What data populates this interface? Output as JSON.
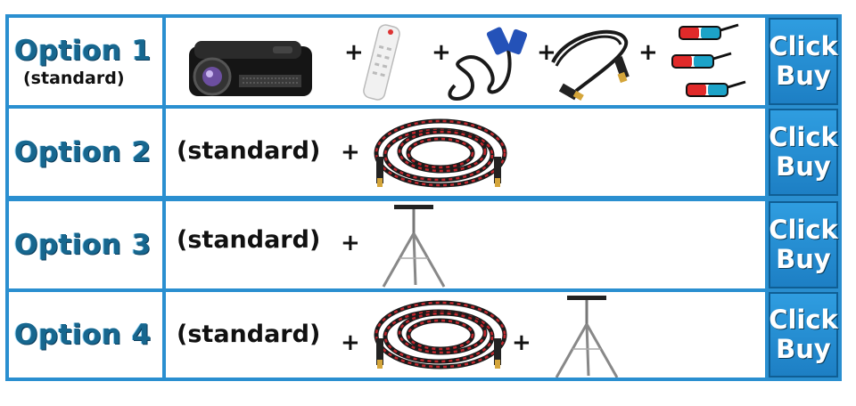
{
  "plus": "+",
  "rows": [
    {
      "title": "Option 1",
      "subtitle": "(standard)",
      "items": [
        "projector-icon",
        "remote-control-icon",
        "vga-cable-icon",
        "hdmi-cable-icon",
        "3d-glasses-icon"
      ],
      "button": {
        "line1": "Click",
        "line2": "Buy"
      }
    },
    {
      "title": "Option 2",
      "prefix": "(standard)",
      "items": [
        "braided-hdmi-cable-icon"
      ],
      "button": {
        "line1": "Click",
        "line2": "Buy"
      }
    },
    {
      "title": "Option 3",
      "prefix": "(standard)",
      "items": [
        "tripod-stand-icon"
      ],
      "button": {
        "line1": "Click",
        "line2": "Buy"
      }
    },
    {
      "title": "Option 4",
      "prefix": "(standard)",
      "items": [
        "braided-hdmi-cable-icon",
        "tripod-stand-icon"
      ],
      "button": {
        "line1": "Click",
        "line2": "Buy"
      }
    }
  ],
  "colors": {
    "border": "#2a8fd0",
    "button": "#1d7fc4",
    "title": "#17678f"
  }
}
